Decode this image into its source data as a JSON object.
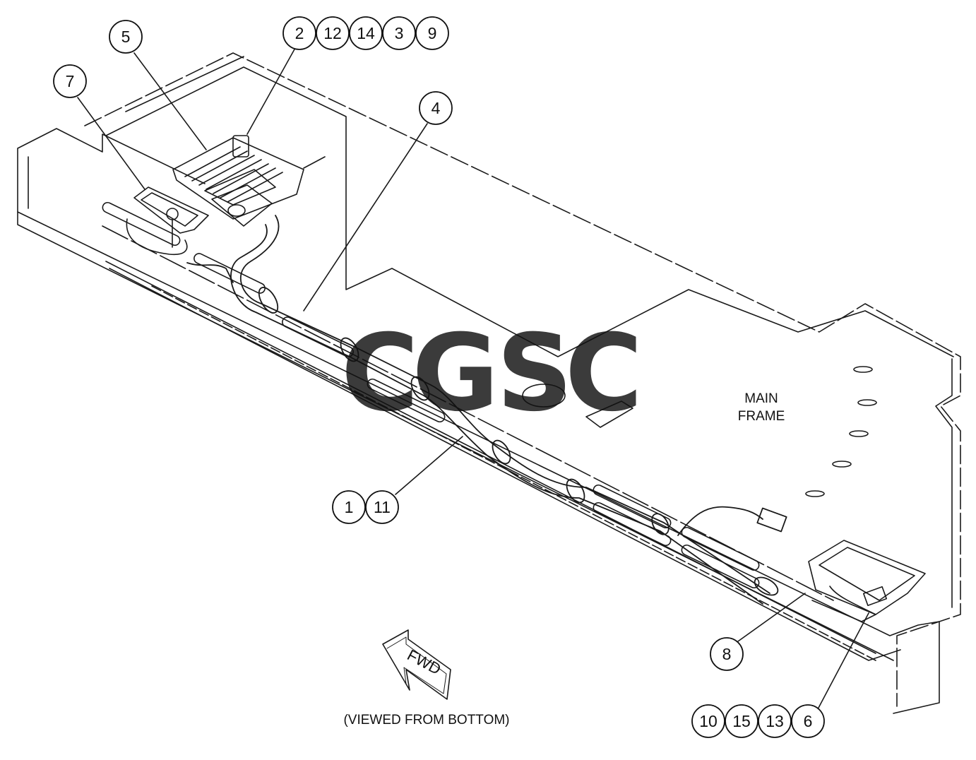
{
  "diagram": {
    "frame_label_line1": "MAIN",
    "frame_label_line2": "FRAME",
    "fwd_label": "FWD",
    "view_note": "(VIEWED FROM BOTTOM)",
    "balloons": {
      "b5": "5",
      "b2": "2",
      "b12": "12",
      "b14": "14",
      "b3": "3",
      "b9": "9",
      "b7": "7",
      "b4": "4",
      "b1": "1",
      "b11": "11",
      "b8": "8",
      "b10": "10",
      "b15": "15",
      "b13": "13",
      "b6": "6"
    }
  },
  "watermark": {
    "letters": [
      "C",
      "G",
      "S",
      "C"
    ],
    "colors": [
      "#4f8ff7",
      "#f08a80",
      "#f7d25a",
      "#5cbc8c"
    ]
  }
}
